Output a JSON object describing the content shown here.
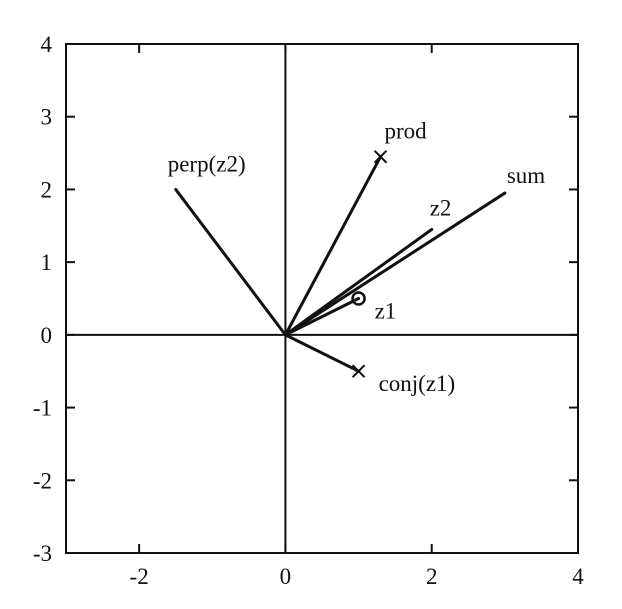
{
  "chart_data": {
    "type": "vector",
    "xlim": [
      -3,
      4
    ],
    "ylim": [
      -3,
      4
    ],
    "x_ticks": [
      -2,
      0,
      2,
      4
    ],
    "y_ticks": [
      -3,
      -2,
      -1,
      0,
      1,
      2,
      3,
      4
    ],
    "x_tick_labels": [
      "-2",
      "0",
      "2",
      "4"
    ],
    "y_tick_labels": [
      "-3",
      "-2",
      "-1",
      "0",
      "1",
      "2",
      "3",
      "4"
    ],
    "grid": false,
    "vectors": [
      {
        "label": "perp(z2)",
        "x": -1.5,
        "y": 2,
        "marker": "none"
      },
      {
        "label": "prod",
        "x": 1.3,
        "y": 2.45,
        "marker": "x"
      },
      {
        "label": "sum",
        "x": 3.0,
        "y": 1.95,
        "marker": "none"
      },
      {
        "label": "z2",
        "x": 2.0,
        "y": 1.45,
        "marker": "none"
      },
      {
        "label": "z1",
        "x": 1.0,
        "y": 0.5,
        "marker": "o"
      },
      {
        "label": "conj(z1)",
        "x": 1.0,
        "y": -0.5,
        "marker": "x"
      }
    ]
  }
}
